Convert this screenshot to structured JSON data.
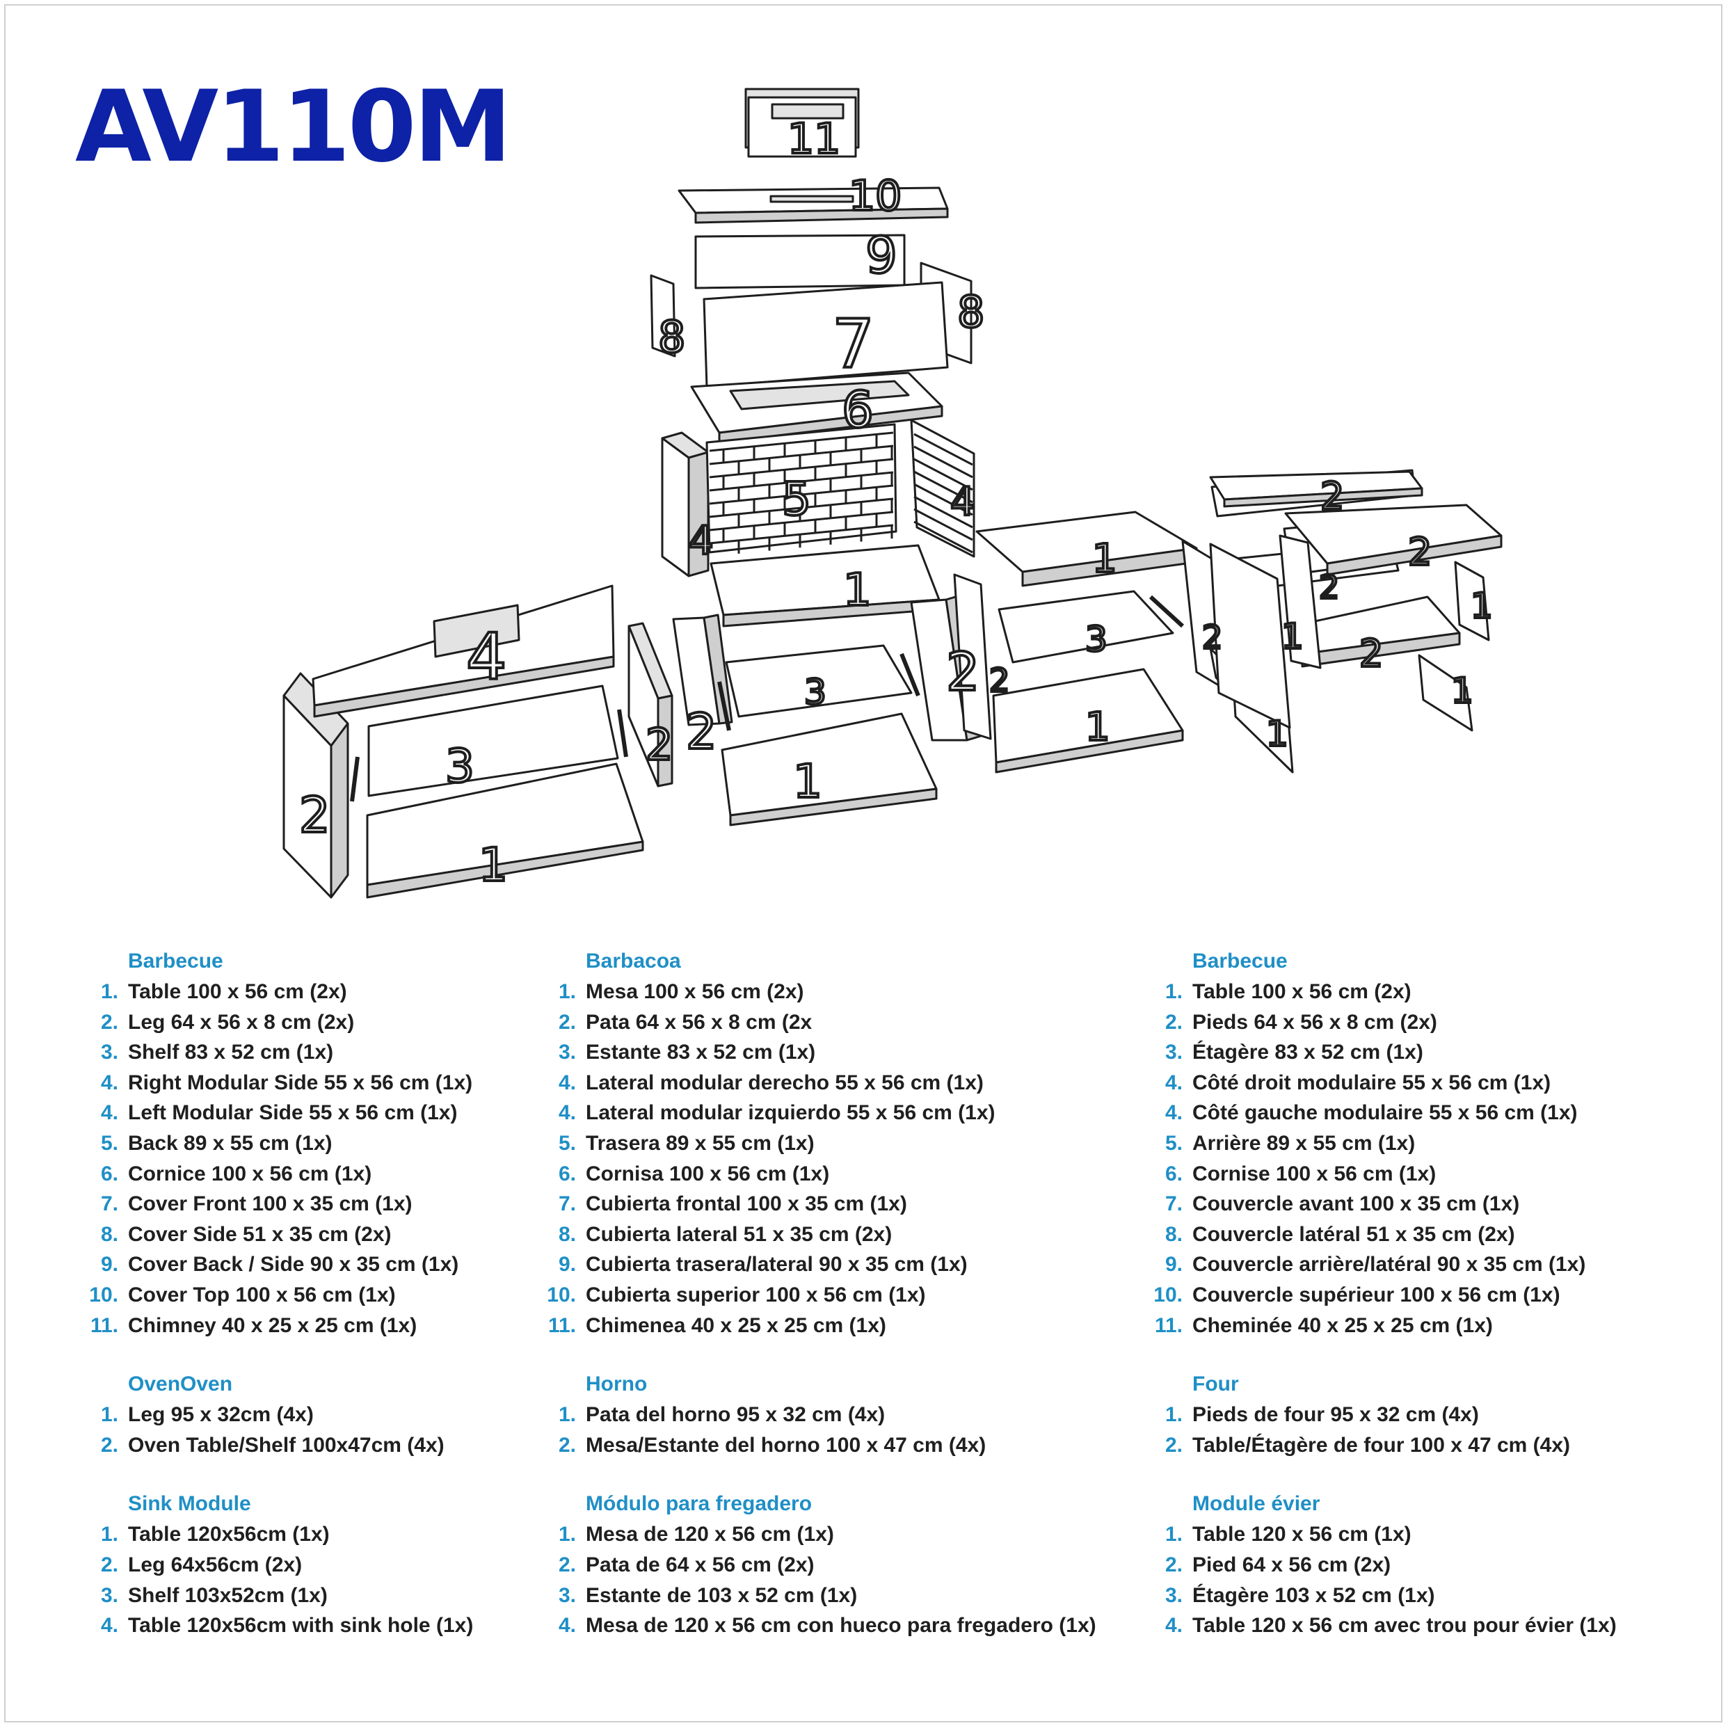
{
  "title": "AV110M",
  "diagram_labels": [
    "11",
    "10",
    "9",
    "8",
    "7",
    "6",
    "5",
    "4",
    "3",
    "2",
    "1"
  ],
  "columns": [
    {
      "groups": [
        {
          "title": "Barbecue",
          "items": [
            {
              "n": "1.",
              "text": "Table 100 x 56 cm (2x)"
            },
            {
              "n": "2.",
              "text": "Leg 64 x 56 x 8 cm (2x)"
            },
            {
              "n": "3.",
              "text": "Shelf 83 x 52 cm (1x)"
            },
            {
              "n": "4.",
              "text": "Right Modular Side 55 x 56 cm (1x)"
            },
            {
              "n": "4.",
              "text": "Left Modular Side 55 x 56 cm (1x)"
            },
            {
              "n": "5.",
              "text": "Back 89 x 55 cm (1x)"
            },
            {
              "n": "6.",
              "text": "Cornice 100 x 56 cm (1x)"
            },
            {
              "n": "7.",
              "text": "Cover Front 100 x 35 cm (1x)"
            },
            {
              "n": "8.",
              "text": "Cover Side 51 x 35 cm (2x)"
            },
            {
              "n": "9.",
              "text": "Cover Back / Side 90 x 35 cm (1x)"
            },
            {
              "n": "10.",
              "text": "Cover Top 100 x 56 cm (1x)"
            },
            {
              "n": "11.",
              "text": "Chimney 40 x 25 x 25 cm (1x)"
            }
          ]
        },
        {
          "title": "OvenOven",
          "items": [
            {
              "n": "1.",
              "text": "Leg 95 x 32cm (4x)"
            },
            {
              "n": "2.",
              "text": "Oven Table/Shelf 100x47cm (4x)"
            }
          ]
        },
        {
          "title": "Sink Module",
          "items": [
            {
              "n": "1.",
              "text": "Table 120x56cm (1x)"
            },
            {
              "n": "2.",
              "text": "Leg 64x56cm (2x)"
            },
            {
              "n": "3.",
              "text": "Shelf 103x52cm (1x)"
            },
            {
              "n": "4.",
              "text": "Table 120x56cm with sink hole (1x)"
            }
          ]
        }
      ]
    },
    {
      "groups": [
        {
          "title": "Barbacoa",
          "items": [
            {
              "n": "1.",
              "text": "Mesa 100 x 56 cm (2x)"
            },
            {
              "n": "2.",
              "text": "Pata 64 x 56 x 8 cm (2x"
            },
            {
              "n": "3.",
              "text": "Estante 83 x 52 cm (1x)"
            },
            {
              "n": "4.",
              "text": "Lateral modular derecho 55 x 56 cm (1x)"
            },
            {
              "n": "4.",
              "text": "Lateral modular izquierdo 55 x 56 cm (1x)"
            },
            {
              "n": "5.",
              "text": "Trasera 89 x 55 cm (1x)"
            },
            {
              "n": "6.",
              "text": "Cornisa 100 x 56 cm (1x)"
            },
            {
              "n": "7.",
              "text": "Cubierta frontal 100 x 35 cm (1x)"
            },
            {
              "n": "8.",
              "text": "Cubierta lateral 51 x 35 cm (2x)"
            },
            {
              "n": "9.",
              "text": "Cubierta trasera/lateral 90 x 35 cm (1x)"
            },
            {
              "n": "10.",
              "text": "Cubierta superior 100 x 56 cm (1x)"
            },
            {
              "n": "11.",
              "text": "Chimenea 40 x 25 x 25 cm (1x)"
            }
          ]
        },
        {
          "title": "Horno",
          "items": [
            {
              "n": "1.",
              "text": "Pata del horno 95 x 32 cm (4x)"
            },
            {
              "n": "2.",
              "text": "Mesa/Estante del horno 100 x 47 cm (4x)"
            }
          ]
        },
        {
          "title": "Módulo para fregadero",
          "items": [
            {
              "n": "1.",
              "text": "Mesa de 120 x 56 cm (1x)"
            },
            {
              "n": "2.",
              "text": "Pata de 64 x 56 cm (2x)"
            },
            {
              "n": "3.",
              "text": "Estante de 103 x 52 cm (1x)"
            },
            {
              "n": "4.",
              "text": "Mesa de 120 x 56 cm con hueco para fregadero (1x)"
            }
          ]
        }
      ]
    },
    {
      "groups": [
        {
          "title": "Barbecue",
          "items": [
            {
              "n": "1.",
              "text": "Table 100 x 56 cm (2x)"
            },
            {
              "n": "2.",
              "text": "Pieds 64 x 56 x 8 cm (2x)"
            },
            {
              "n": "3.",
              "text": "Étagère 83 x 52 cm (1x)"
            },
            {
              "n": "4.",
              "text": "Côté droit modulaire 55 x 56 cm (1x)"
            },
            {
              "n": "4.",
              "text": "Côté gauche modulaire 55 x 56 cm (1x)"
            },
            {
              "n": "5.",
              "text": "Arrière 89 x 55 cm (1x)"
            },
            {
              "n": "6.",
              "text": "Cornise 100 x 56 cm (1x)"
            },
            {
              "n": "7.",
              "text": "Couvercle avant 100 x 35 cm (1x)"
            },
            {
              "n": "8.",
              "text": "Couvercle latéral 51 x 35 cm (2x)"
            },
            {
              "n": "9.",
              "text": "Couvercle arrière/latéral 90 x 35 cm (1x)"
            },
            {
              "n": "10.",
              "text": "Couvercle supérieur 100 x 56 cm (1x)"
            },
            {
              "n": "11.",
              "text": "Cheminée 40 x 25 x 25 cm (1x)"
            }
          ]
        },
        {
          "title": "Four",
          "items": [
            {
              "n": "1.",
              "text": "Pieds de four 95 x 32 cm (4x)"
            },
            {
              "n": "2.",
              "text": "Table/Étagère de four 100 x 47 cm (4x)"
            }
          ]
        },
        {
          "title": "Module évier",
          "items": [
            {
              "n": "1.",
              "text": "Table 120 x 56 cm (1x)"
            },
            {
              "n": "2.",
              "text": "Pied 64 x 56 cm (2x)"
            },
            {
              "n": "3.",
              "text": "Étagère 103 x 52 cm (1x)"
            },
            {
              "n": "4.",
              "text": "Table 120 x 56 cm avec trou pour évier (1x)"
            }
          ]
        }
      ]
    }
  ]
}
